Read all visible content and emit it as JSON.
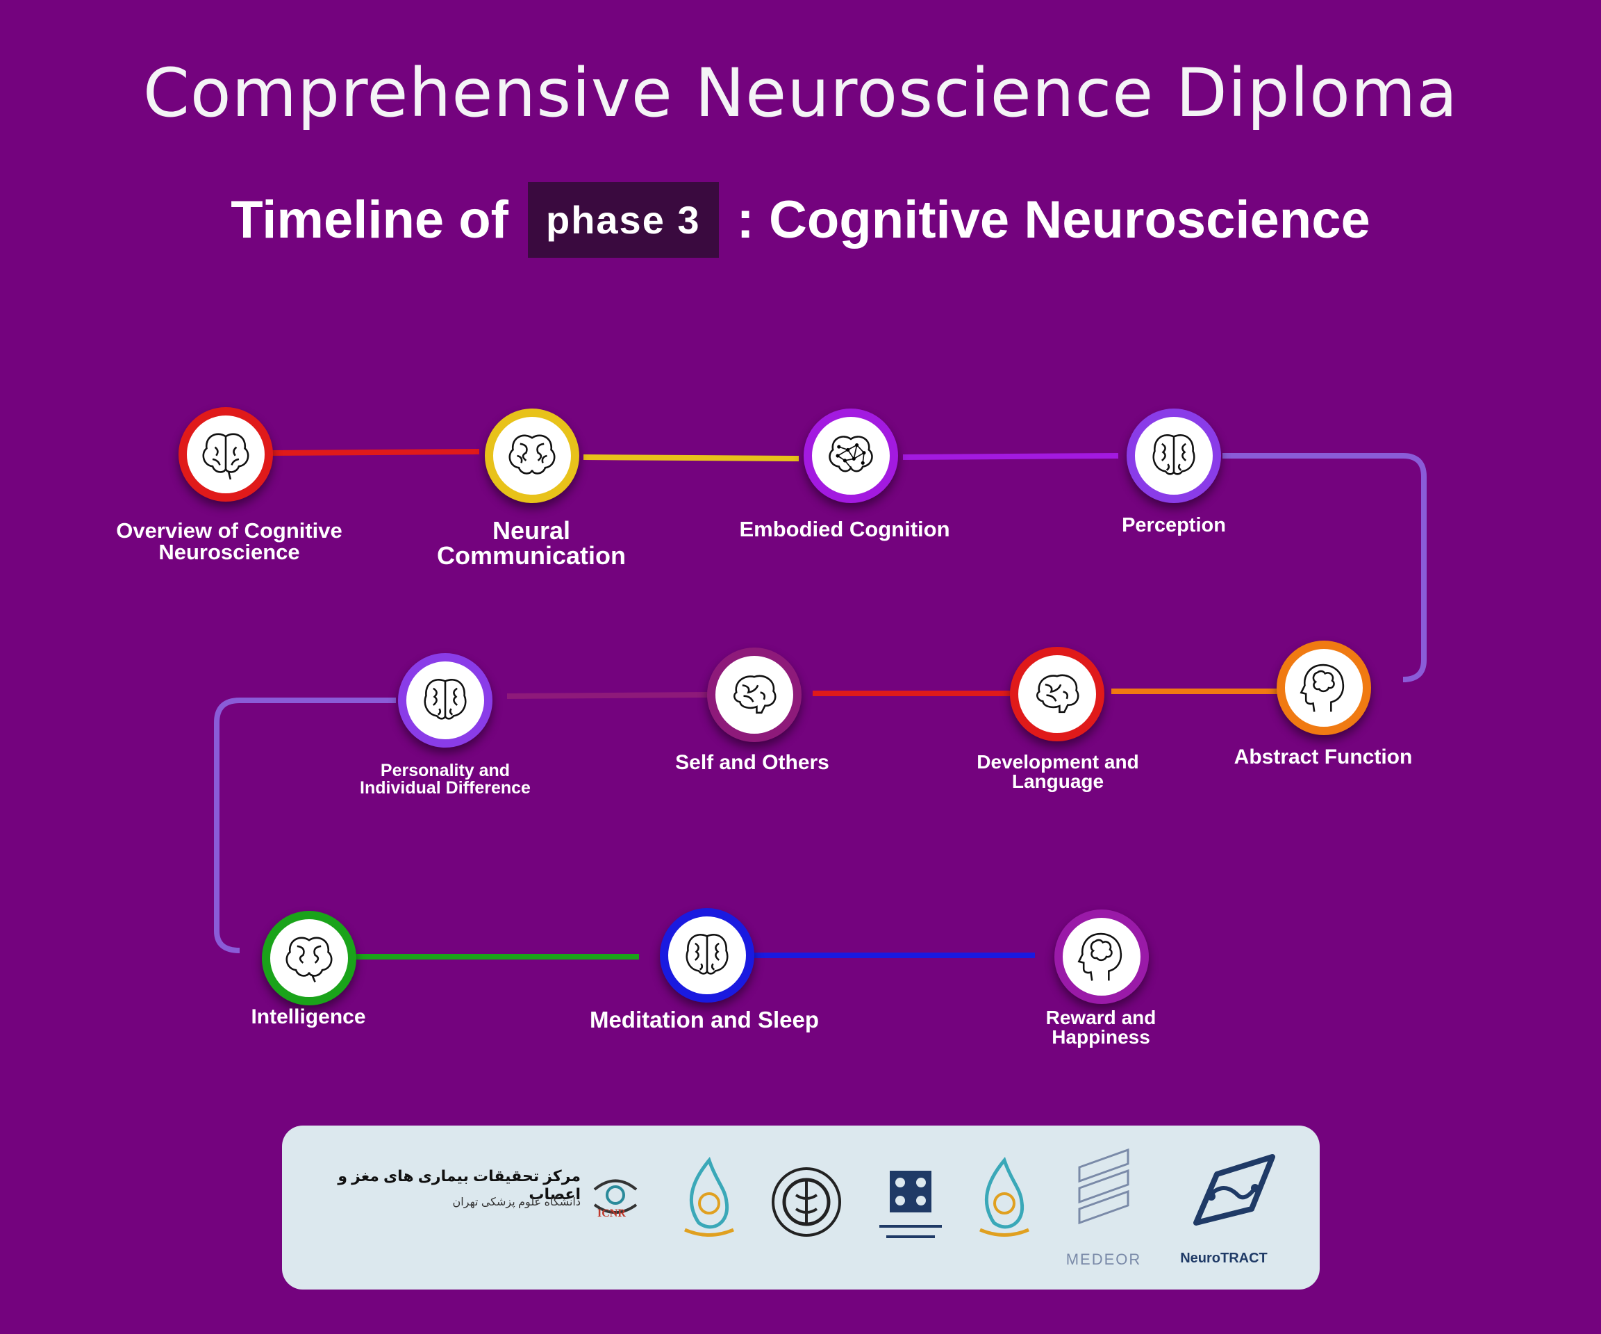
{
  "title": "Comprehensive Neuroscience Diploma",
  "subtitle": {
    "prefix": "Timeline of",
    "badge": "phase 3",
    "suffix": ": Cognitive Neuroscience"
  },
  "modules": [
    {
      "label": "Overview of Cognitive\nNeuroscience",
      "color": "#e01a1a",
      "icon": "brain-icon"
    },
    {
      "label": "Neural\nCommunication",
      "color": "#e8c21a",
      "icon": "brain-icon"
    },
    {
      "label": "Embodied Cognition",
      "color": "#a31ae0",
      "icon": "neural-network-brain-icon"
    },
    {
      "label": "Perception",
      "color": "#8a3ce8",
      "icon": "brain-icon"
    },
    {
      "label": "Abstract Function",
      "color": "#f07a12",
      "icon": "head-brain-icon"
    },
    {
      "label": "Development and\nLanguage",
      "color": "#e01a1a",
      "icon": "brain-icon"
    },
    {
      "label": "Self and Others",
      "color": "#8e1a7a",
      "icon": "brain-icon"
    },
    {
      "label": "Personality and\nIndividual Difference",
      "color": "#8a3ce8",
      "icon": "brain-icon"
    },
    {
      "label": "Intelligence",
      "color": "#1aa31a",
      "icon": "brain-icon"
    },
    {
      "label": "Meditation and Sleep",
      "color": "#1a1ae0",
      "icon": "brain-icon"
    },
    {
      "label": "Reward and\nHappiness",
      "color": "#9a1aa8",
      "icon": "head-brain-icon"
    }
  ],
  "logos": {
    "icnr_persian_title": "مرکز تحقیقات بیماری های مغز و اعصاب",
    "icnr_persian_sub": "دانشگاه علوم پزشکی تهران",
    "icnr_mark": "ICNR",
    "medeor": "MEDEOR",
    "neurotract": "NeuroTRACT"
  }
}
